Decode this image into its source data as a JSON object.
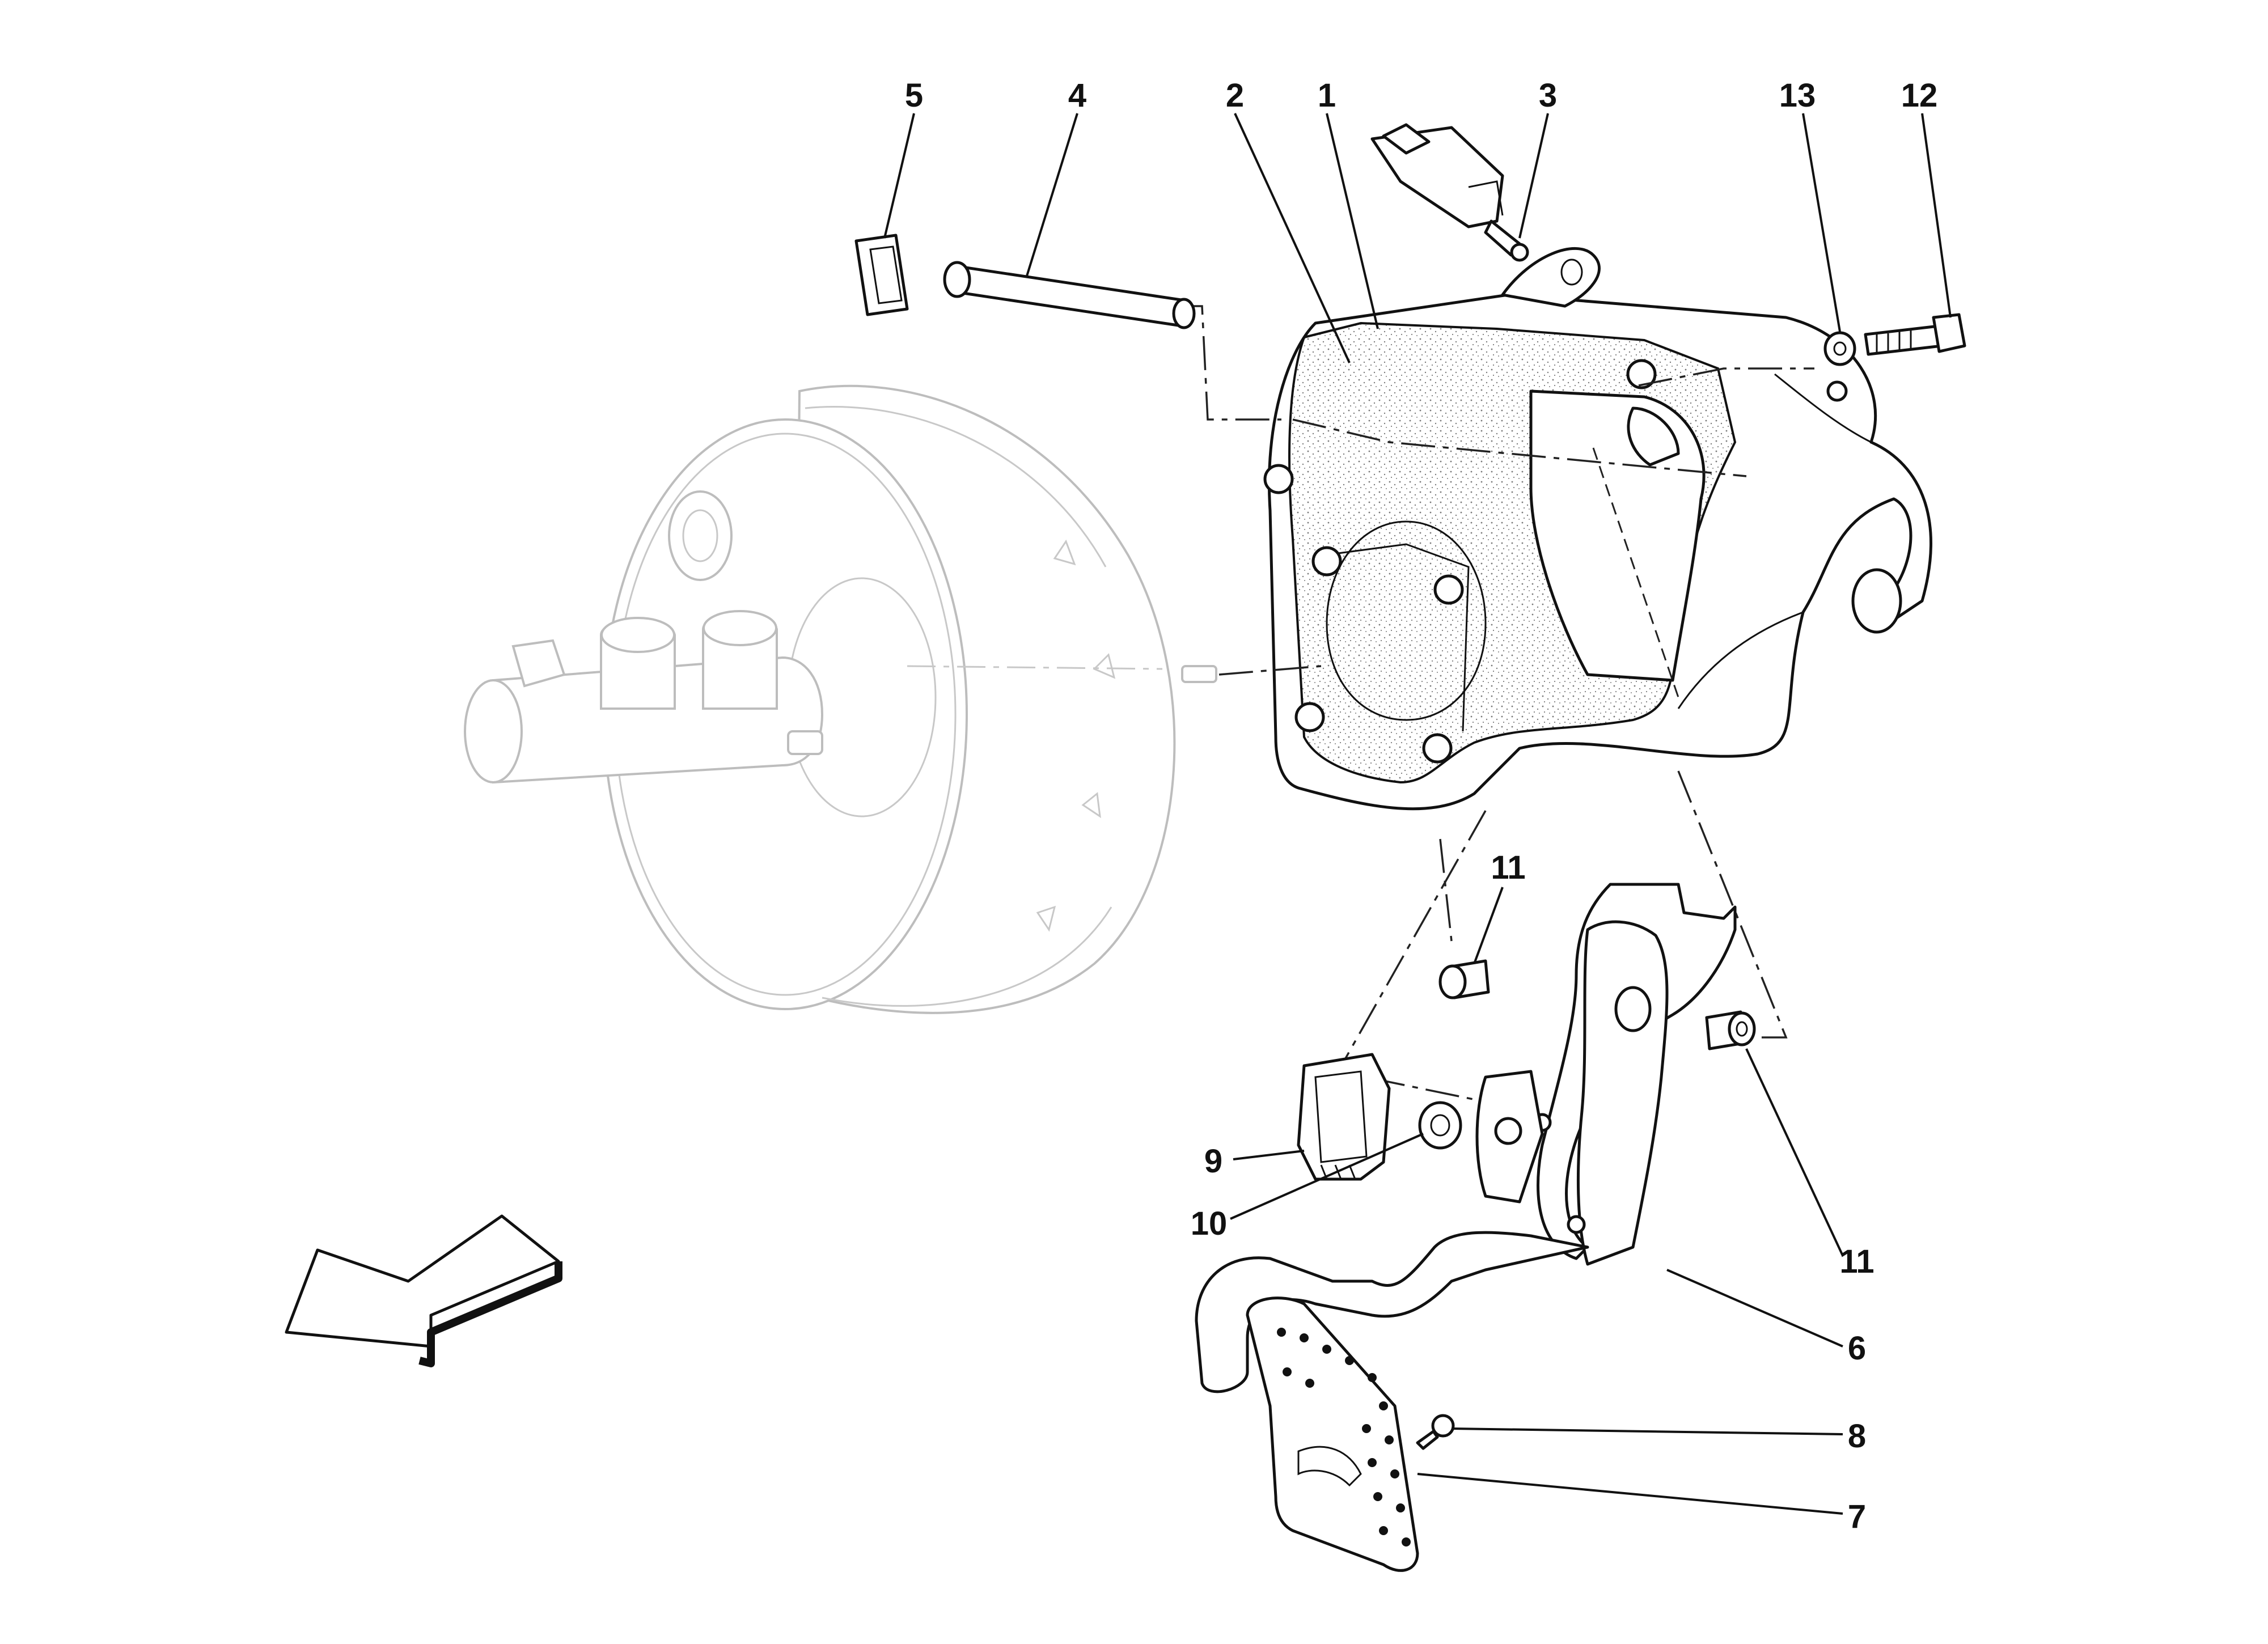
{
  "figure": {
    "callouts": [
      {
        "id": "c5",
        "text": "5"
      },
      {
        "id": "c4",
        "text": "4"
      },
      {
        "id": "c2",
        "text": "2"
      },
      {
        "id": "c1",
        "text": "1"
      },
      {
        "id": "c3",
        "text": "3"
      },
      {
        "id": "c13",
        "text": "13"
      },
      {
        "id": "c12",
        "text": "12"
      },
      {
        "id": "c11a",
        "text": "11"
      },
      {
        "id": "c9",
        "text": "9"
      },
      {
        "id": "c10",
        "text": "10"
      },
      {
        "id": "c11b",
        "text": "11"
      },
      {
        "id": "c6",
        "text": "6"
      },
      {
        "id": "c8",
        "text": "8"
      },
      {
        "id": "c7",
        "text": "7"
      }
    ]
  },
  "colors": {
    "line": "#111111",
    "ghost": "#bdbdbd",
    "background": "#ffffff",
    "texture": "#7a7a7a"
  }
}
